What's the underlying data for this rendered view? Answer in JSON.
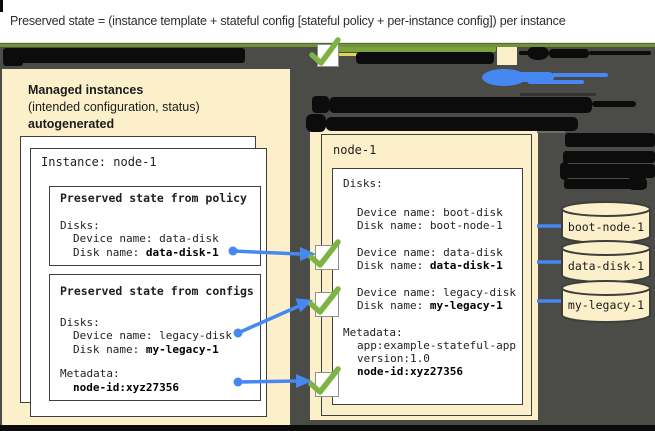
{
  "title": "Preserved state = (instance template + stateful config [stateful policy + per-instance config]) per instance",
  "colors": {
    "cream": "#fcf0cb",
    "dark_background": "#4b4b47",
    "redaction_black": "#0c0c0c",
    "blue_accent": "#4688f1",
    "green_check": "#7cb342",
    "green_line": "#71923b"
  },
  "left_panel": {
    "heading1": "Managed instances",
    "heading2": "(intended configuration, status)",
    "heading3": "autogenerated",
    "instance_label": "Instance: node-1",
    "policy_box": {
      "title": "Preserved state from policy",
      "disks_heading": "Disks:",
      "device": "Device name: data-disk",
      "disk_prefix": "Disk name: ",
      "disk_value": "data-disk-1"
    },
    "configs_box": {
      "title": "Preserved state from configs",
      "disks_heading": "Disks:",
      "device": "Device name: legacy-disk",
      "disk_prefix": "Disk name: ",
      "disk_value": "my-legacy-1",
      "metadata_heading": "Metadata:",
      "metadata_value": "node-id:xyz27356"
    }
  },
  "right_panel": {
    "title": "node-1",
    "disks_heading": "Disks:",
    "entries": [
      {
        "device": "Device name: boot-disk",
        "disk_prefix": "Disk name: ",
        "disk_value": "boot-node-1"
      },
      {
        "device": "Device name: data-disk",
        "disk_prefix": "Disk name: ",
        "disk_value": "data-disk-1"
      },
      {
        "device": "Device name: legacy-disk",
        "disk_prefix": "Disk name: ",
        "disk_value": "my-legacy-1"
      }
    ],
    "metadata_heading": "Metadata:",
    "metadata_lines": [
      "app:example-stateful-app",
      "version:1.0"
    ],
    "metadata_value": "node-id:xyz27356"
  },
  "disks": [
    {
      "label": "boot-node-1"
    },
    {
      "label": "data-disk-1"
    },
    {
      "label": "my-legacy-1"
    }
  ]
}
